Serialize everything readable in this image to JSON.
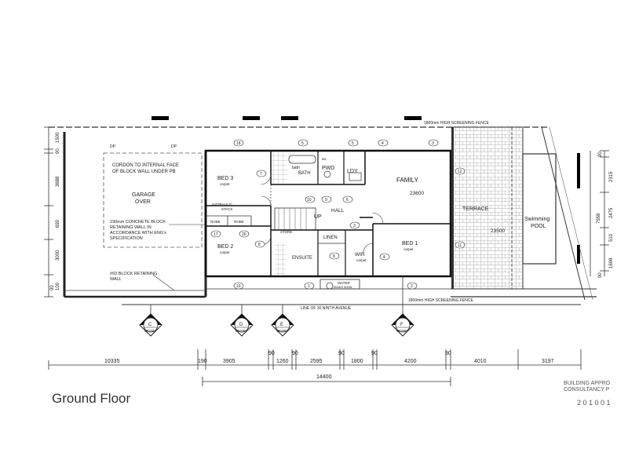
{
  "title": "Ground Floor",
  "fence_labels": {
    "top": "1800mm HIGH SCREENING FENCE",
    "bottom": "1800mm HIGH SCREENING FENCE"
  },
  "street": "LINE OF 30 NINTH AVENUE",
  "rooms": {
    "bed3": "BED 3",
    "bed3_floor": "carpet",
    "bed2": "BED 2",
    "bed2_floor": "carpet",
    "bed1": "BED 1",
    "bed1_floor": "carpet",
    "family": "FAMILY",
    "hall": "HALL",
    "bath": "BATH",
    "pwd": "PWD",
    "ldy": "LDY",
    "linen": "LINEN",
    "ensuite": "ENSUITE",
    "wir": "WIR",
    "wir_floor": "carpet",
    "terrace": "TERRACE",
    "pool": "Swimming",
    "pool2": "POOL",
    "store": "STORE",
    "up": "UP",
    "hydraulic": "HYDRAULIC",
    "stack": "STACK",
    "robe": "ROBE",
    "water_tanks": "WATER",
    "water_tanks2": "TANKS 5000L",
    "bath_small": "bath",
    "fixture_ws": "ws"
  },
  "notes": {
    "cordon1": "CORDON TO INTERNAL FACE",
    "cordon2": "OF BLOCK WALL UNDER PB",
    "garage1": "GARAGE",
    "garage2": "OVER",
    "block1": "190mm CONCRETE BLOCK",
    "block2": "RETAINING WALL IN",
    "block3": "ACCORDANCE WITH ENG's",
    "block4": "SPECIFICATION",
    "retain1": "#93 BLOCK RETAINING",
    "retain2": "WALL",
    "dp": "DP"
  },
  "levels": [
    "23600",
    "23500"
  ],
  "window_tags": [
    "18",
    "5",
    "5",
    "4",
    "3",
    "7",
    "10",
    "9",
    "6",
    "8",
    "3",
    "4",
    "17",
    "20",
    "8",
    "1",
    "19",
    "2",
    "11",
    "12"
  ],
  "section_markers": [
    {
      "letter": "C",
      "sheet": "WD08"
    },
    {
      "letter": "D",
      "sheet": "WD09"
    },
    {
      "letter": "E",
      "sheet": "WD09"
    },
    {
      "letter": "F",
      "sheet": "WD09"
    }
  ],
  "bottom_dims": [
    "10335",
    "190",
    "3905",
    "90",
    "1260",
    "90",
    "2595",
    "90",
    "1800",
    "90",
    "4200",
    "90",
    "4010",
    "3197"
  ],
  "overall_dim": "14400",
  "left_dims": [
    "1500",
    "90",
    "3688",
    "690",
    "3000",
    "100",
    "90"
  ],
  "right_dims_a": [
    "90",
    "2315",
    "2475",
    "510",
    "1698",
    "90"
  ],
  "right_dim_total": "7558",
  "stamp": {
    "line1": "BUILDING APPRO",
    "line2": "CONSULTANCY P",
    "line3": "2 0 1 0 0 1"
  }
}
